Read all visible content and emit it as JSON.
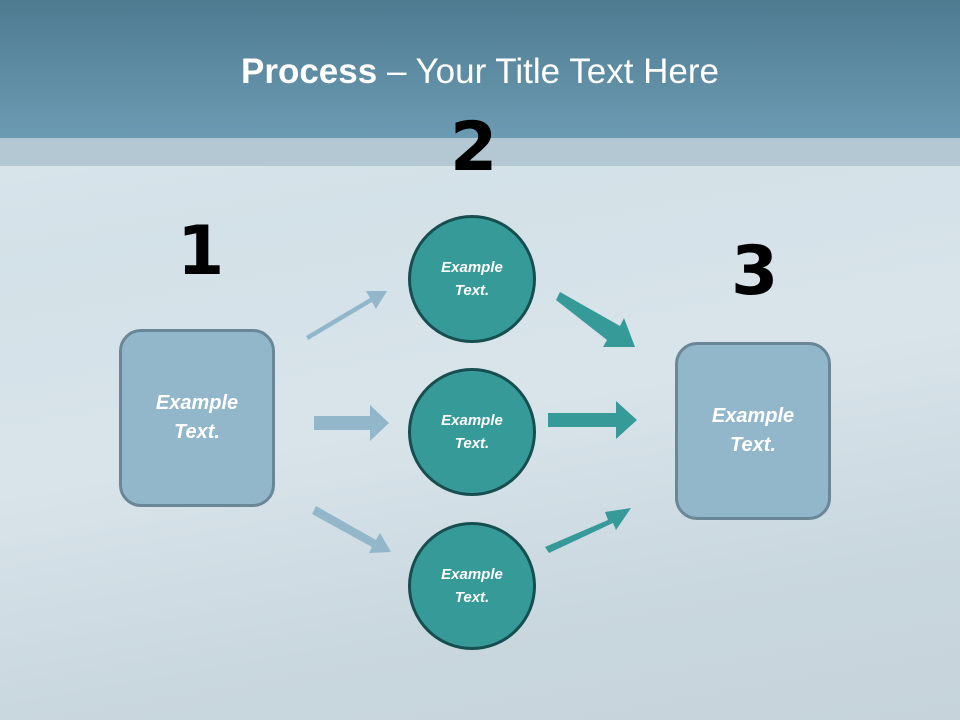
{
  "title": {
    "bold": "Process",
    "rest": " – Your Title Text Here"
  },
  "steps": {
    "n1": "1",
    "n2": "2",
    "n3": "3"
  },
  "nodes": {
    "left": [
      "Example",
      "Text."
    ],
    "c1": [
      "Example",
      "Text."
    ],
    "c2": [
      "Example",
      "Text."
    ],
    "c3": [
      "Example",
      "Text."
    ],
    "right": [
      "Example",
      "Text."
    ]
  },
  "colors": {
    "light_arrow": "#93b7ca",
    "teal_arrow": "#369a98",
    "circle": "#369a98",
    "box": "#93b7ca"
  }
}
